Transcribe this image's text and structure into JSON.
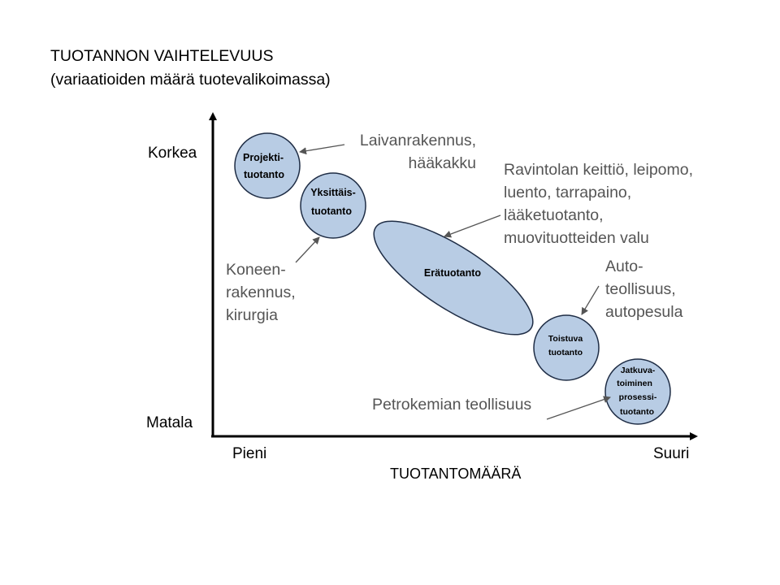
{
  "title": {
    "line1": "TUOTANNON VAIHTELEVUUS",
    "line2": "(variaatioiden määrä tuotevalikoimassa)"
  },
  "axes": {
    "y_high": "Korkea",
    "y_low": "Matala",
    "x_low": "Pieni",
    "x_high": "Suuri",
    "x_title": "TUOTANTOMÄÄRÄ"
  },
  "nodes": [
    {
      "id": "projekti",
      "lines": [
        "Projekti-",
        "tuotanto"
      ]
    },
    {
      "id": "yksittais",
      "lines": [
        "Yksittäis-",
        "tuotanto"
      ]
    },
    {
      "id": "era",
      "lines": [
        "Erätuotanto"
      ]
    },
    {
      "id": "toistuva",
      "lines": [
        "Toistuva",
        "tuotanto"
      ]
    },
    {
      "id": "jatkuva",
      "lines": [
        "Jatkuva-",
        "toiminen",
        "prosessi-",
        "tuotanto"
      ]
    }
  ],
  "annotations": {
    "laivanrakennus": [
      "Laivanrakennus,",
      "hääkakku"
    ],
    "ravintola": [
      "Ravintolan keittiö, leipomo,",
      "luento, tarrapaino,",
      "lääketuotanto,",
      "muovituotteiden valu"
    ],
    "koneen": [
      "Koneen-",
      "rakennus,",
      "kirurgia"
    ],
    "auto": [
      "Auto-",
      "teollisuus,",
      "autopesula"
    ],
    "petrokemian": [
      "Petrokemian teollisuus"
    ]
  },
  "colors": {
    "node_fill": "#b8cce4",
    "node_stroke": "#1f2d45",
    "annotation_text": "#555555",
    "arrow": "#555555"
  }
}
